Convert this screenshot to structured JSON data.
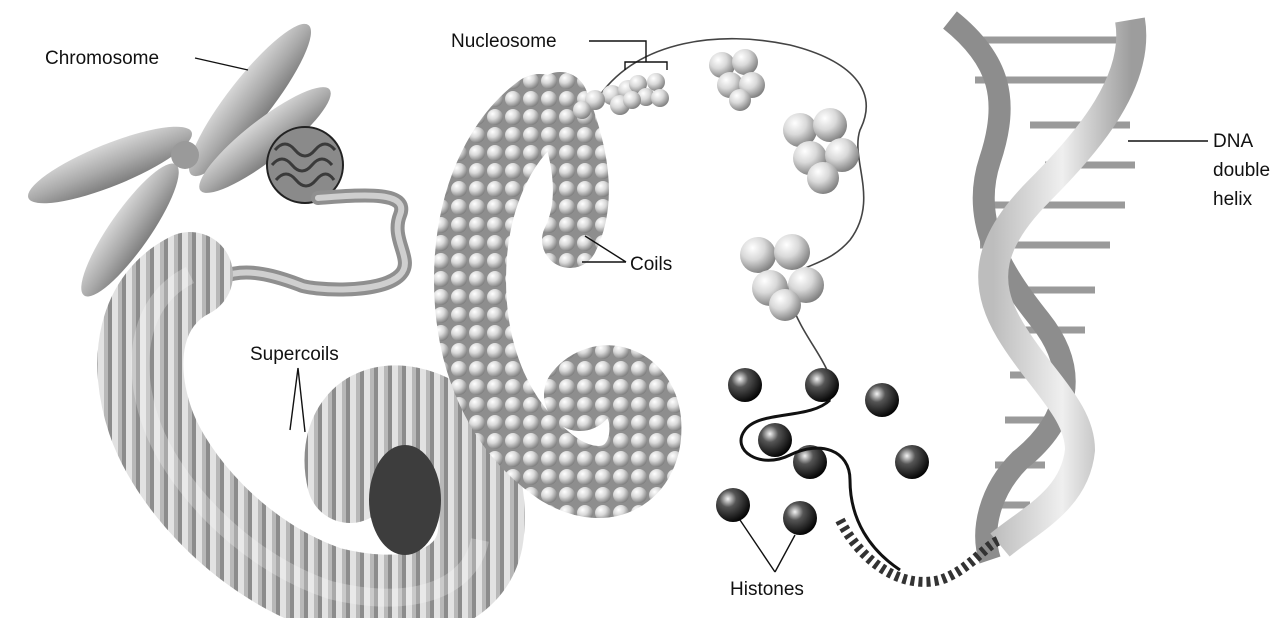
{
  "labels": {
    "chromosome": "Chromosome",
    "nucleosome": "Nucleosome",
    "coils": "Coils",
    "supercoils": "Supercoils",
    "histones": "Histones",
    "dna_line1": "DNA",
    "dna_line2": "double",
    "dna_line3": "helix"
  }
}
